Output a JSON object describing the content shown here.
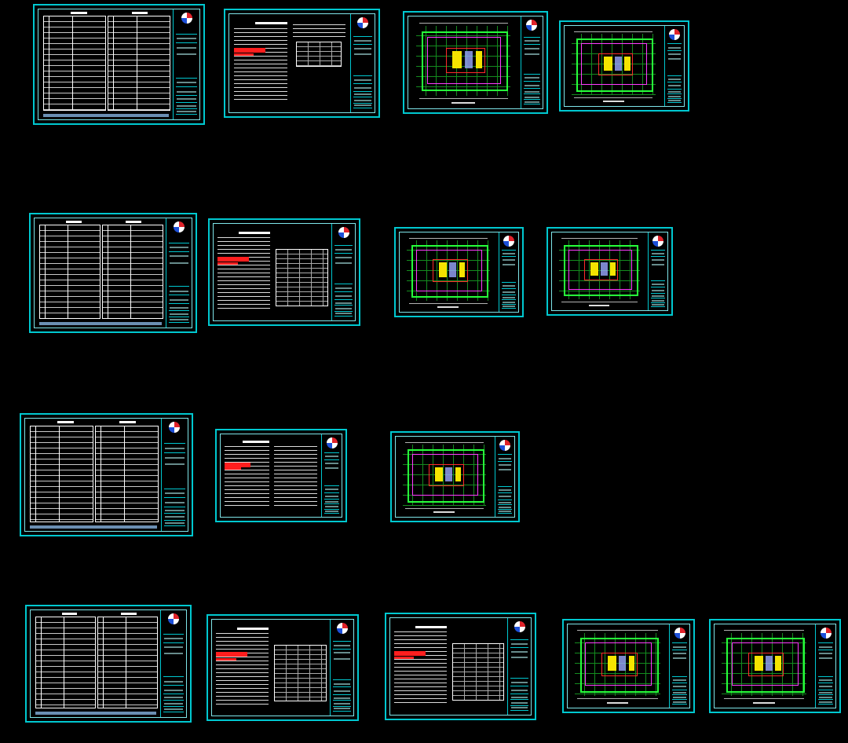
{
  "canvas": {
    "background": "#000000",
    "sheet_frame_color": "#00c8d0"
  },
  "sheets": [
    {
      "id": "row1-index",
      "kind": "index"
    },
    {
      "id": "row1-notes",
      "kind": "notes"
    },
    {
      "id": "row1-plan-a",
      "kind": "plan"
    },
    {
      "id": "row1-plan-b",
      "kind": "plan"
    },
    {
      "id": "row2-index",
      "kind": "index"
    },
    {
      "id": "row2-notes",
      "kind": "notes"
    },
    {
      "id": "row2-plan-a",
      "kind": "plan"
    },
    {
      "id": "row2-plan-b",
      "kind": "plan"
    },
    {
      "id": "row3-index",
      "kind": "index"
    },
    {
      "id": "row3-notes",
      "kind": "notes"
    },
    {
      "id": "row3-plan-a",
      "kind": "plan"
    },
    {
      "id": "row4-index",
      "kind": "index"
    },
    {
      "id": "row4-notes-a",
      "kind": "notes"
    },
    {
      "id": "row4-notes-b",
      "kind": "notes"
    },
    {
      "id": "row4-plan-a",
      "kind": "plan"
    },
    {
      "id": "row4-plan-b",
      "kind": "plan"
    }
  ],
  "colors": {
    "wall_green": "#26ff3a",
    "core_yellow": "#f5e400",
    "mark_red": "#ff1e1e",
    "line_magenta": "#ff3cff",
    "logo": [
      "#e0232b",
      "#1d4fd8",
      "#ffffff"
    ]
  }
}
